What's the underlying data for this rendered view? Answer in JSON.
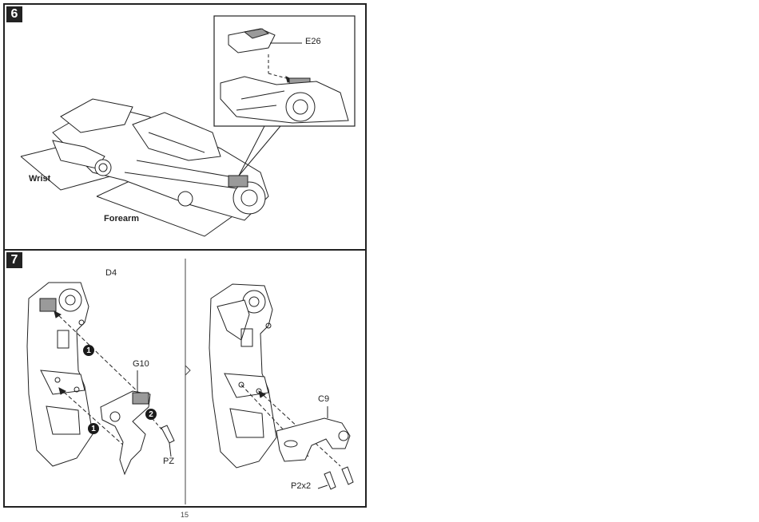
{
  "page_number": "15",
  "step6": {
    "number": "6",
    "part_label": "E26",
    "label_wrist": "Wrist",
    "label_forearm": "Forearm"
  },
  "step7": {
    "number": "7",
    "part_d4": "D4",
    "part_g10": "G10",
    "part_pz": "PZ",
    "part_c9": "C9",
    "part_p2x2": "P2x2",
    "callout_1": "1",
    "callout_2": "2"
  },
  "colors": {
    "ink": "#222222",
    "part_highlight": "#9a9a9a",
    "background": "#ffffff"
  }
}
